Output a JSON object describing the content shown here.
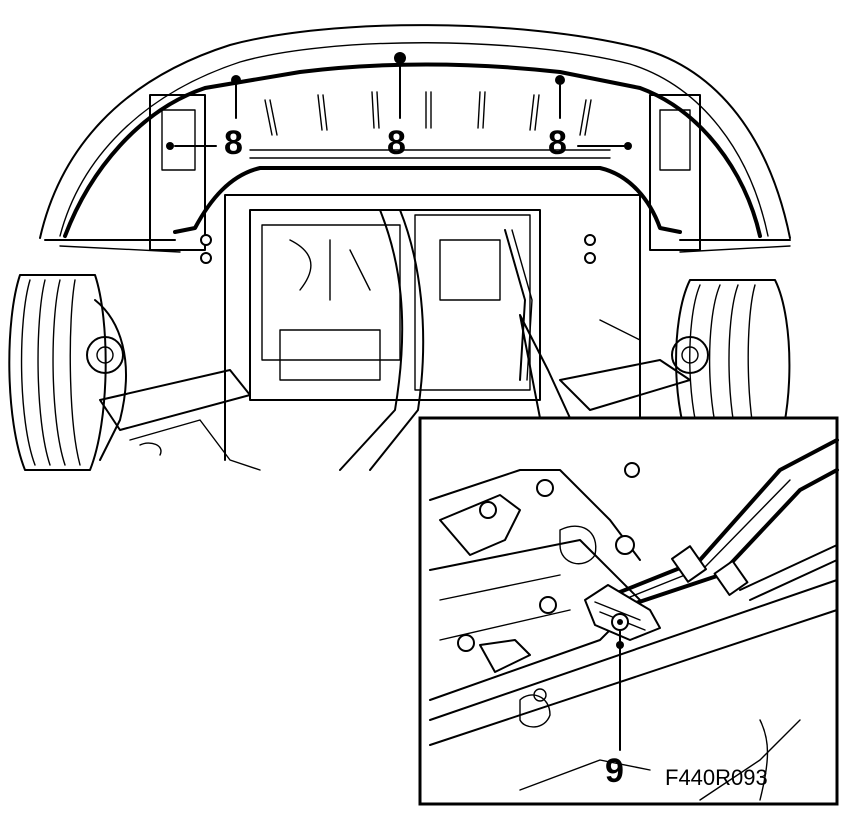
{
  "figure": {
    "figure_id": "F440R093",
    "callouts": {
      "fastener_left": "8",
      "fastener_center": "8",
      "fastener_right": "8",
      "detail_fastener": "9"
    }
  }
}
